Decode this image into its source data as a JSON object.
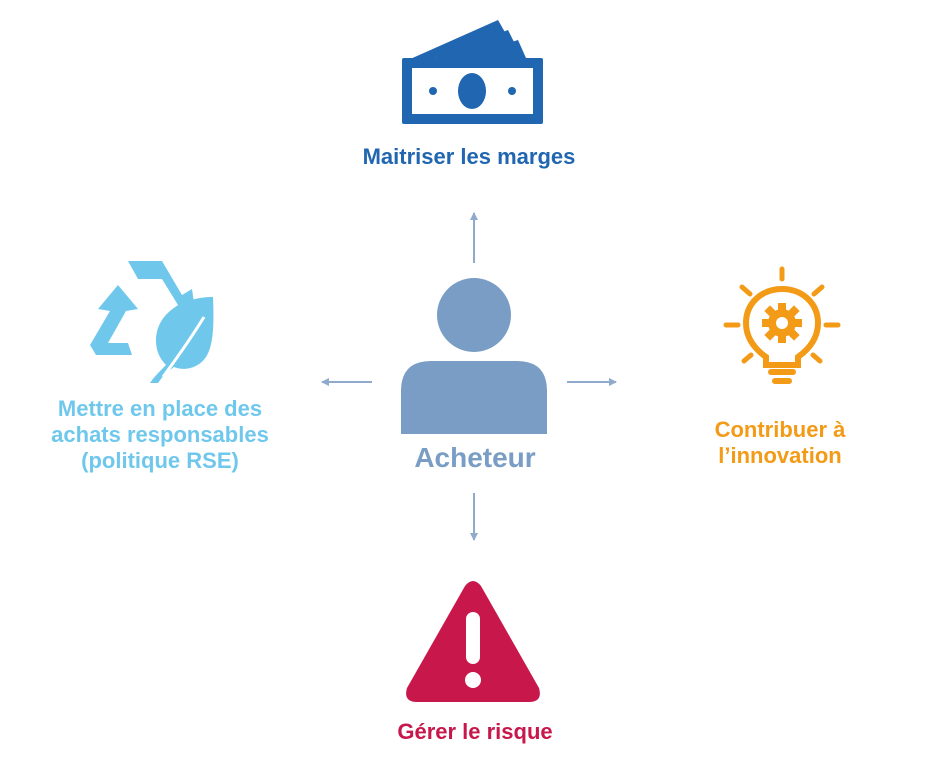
{
  "center": {
    "label": "Acheteur",
    "icon": "person-icon"
  },
  "goals": {
    "top": {
      "label": "Maitriser les marges",
      "icon": "money-icon",
      "color": "#2166B0"
    },
    "left": {
      "lines": [
        "Mettre en place des",
        "achats responsables",
        "(politique RSE)"
      ],
      "icon": "recycle-leaf-icon",
      "color": "#6FC8EC"
    },
    "right": {
      "lines": [
        "Contribuer à",
        "l’innovation"
      ],
      "icon": "lightbulb-gear-icon",
      "color": "#F39A16"
    },
    "bottom": {
      "label": "Gérer le risque",
      "icon": "warning-icon",
      "color": "#C8174B"
    }
  },
  "colors": {
    "person": "#7A9DC5",
    "arrow": "#8FAACB"
  }
}
